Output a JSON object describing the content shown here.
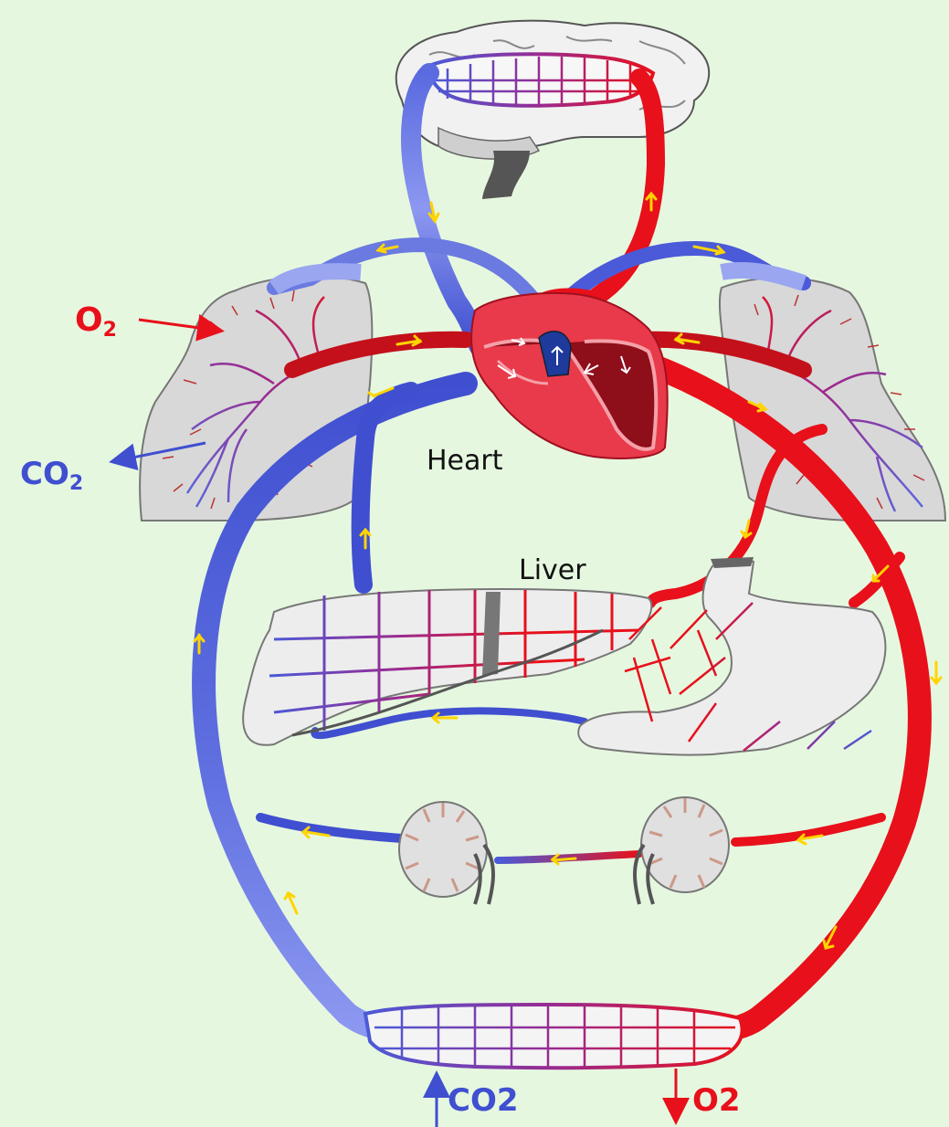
{
  "labels": {
    "heart": "Heart",
    "liver": "Liver",
    "lung_o2": {
      "main": "O",
      "sub": "2"
    },
    "lung_co2": {
      "main": "CO",
      "sub": "2"
    },
    "body_co2": "CO2",
    "body_o2": "O2"
  },
  "colors": {
    "background": "#e6f7e0",
    "oxygenated": "#e8101a",
    "deoxygenated": "#3f4fd0",
    "vein_light": "#8c98f0",
    "flow_arrow": "#ffd400",
    "organ_fill": "#d9d9d9",
    "organ_outline": "#777777"
  }
}
